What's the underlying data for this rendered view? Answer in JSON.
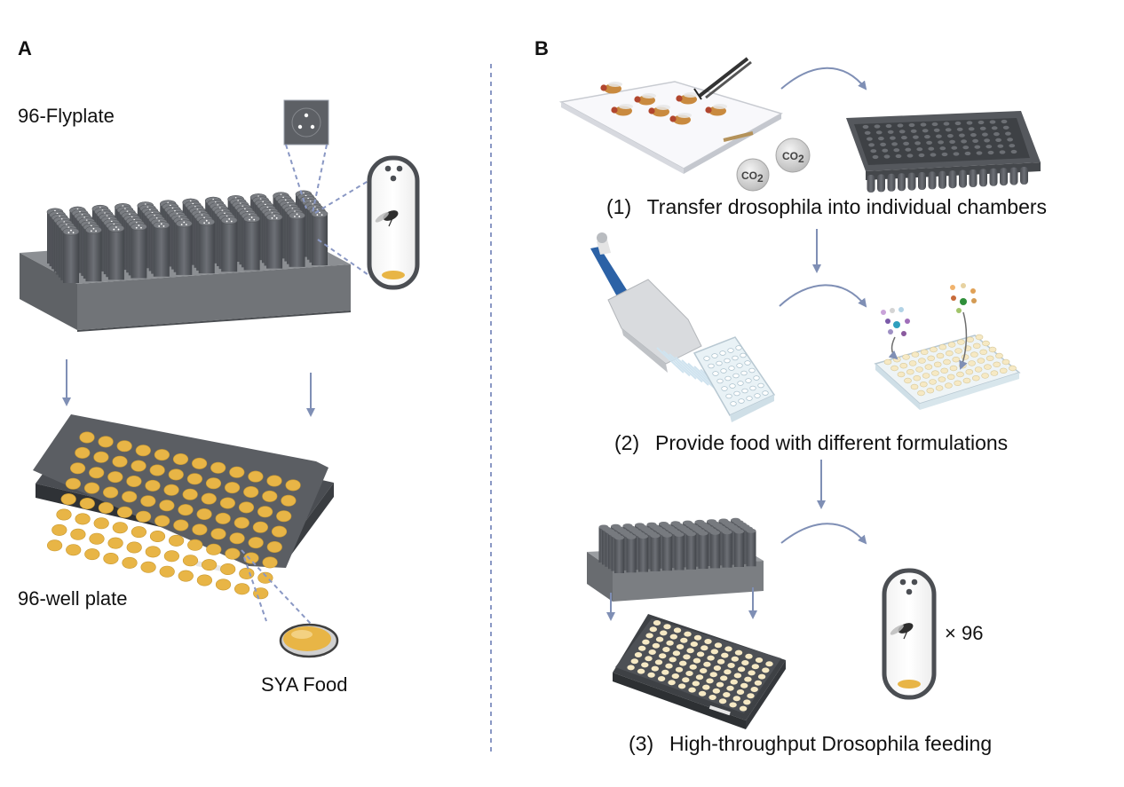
{
  "panels": {
    "a_label": "A",
    "b_label": "B"
  },
  "panel_a": {
    "flyplate_label": "96-Flyplate",
    "wellplate_label": "96-well plate",
    "food_label": "SYA Food"
  },
  "panel_b": {
    "step1": "(1)  Transfer drosophila into individual chambers",
    "step2": "(2)  Provide food with different formulations",
    "step3": "(3)  High-throughput Drosophila feeding",
    "co2_label": "CO",
    "co2_subscript": "2",
    "multiplier": "× 96"
  },
  "colors": {
    "plate_gray": "#5b5e63",
    "plate_dark": "#3f4246",
    "food_yellow": "#e8b546",
    "arrow_blue": "#7f8fb5",
    "divider_blue": "#8a98c4"
  }
}
